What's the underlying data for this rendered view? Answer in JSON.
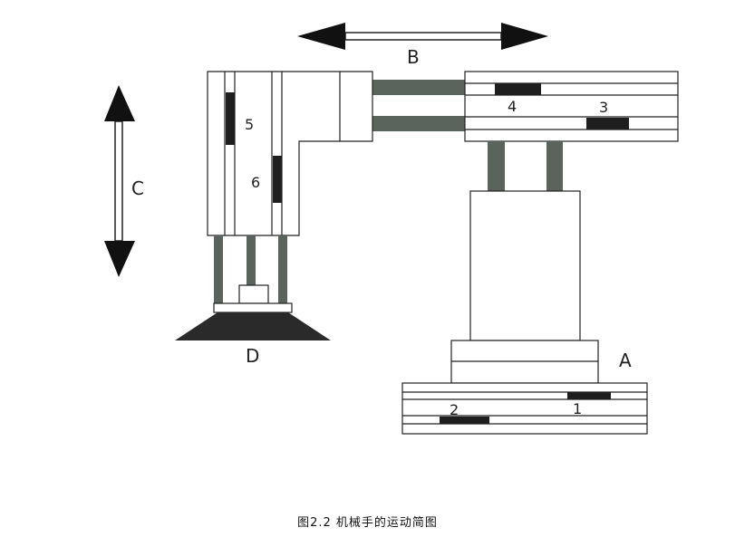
{
  "labels": {
    "a": "A",
    "b": "B",
    "c": "C",
    "d": "D",
    "n1": "1",
    "n2": "2",
    "n3": "3",
    "n4": "4",
    "n5": "5",
    "n6": "6"
  },
  "caption": "图2.2  机械手的运动简图",
  "colors": {
    "line": "#222222",
    "rod": "#5a635c",
    "block": "#1e1e1e",
    "fill": "#ffffff"
  }
}
